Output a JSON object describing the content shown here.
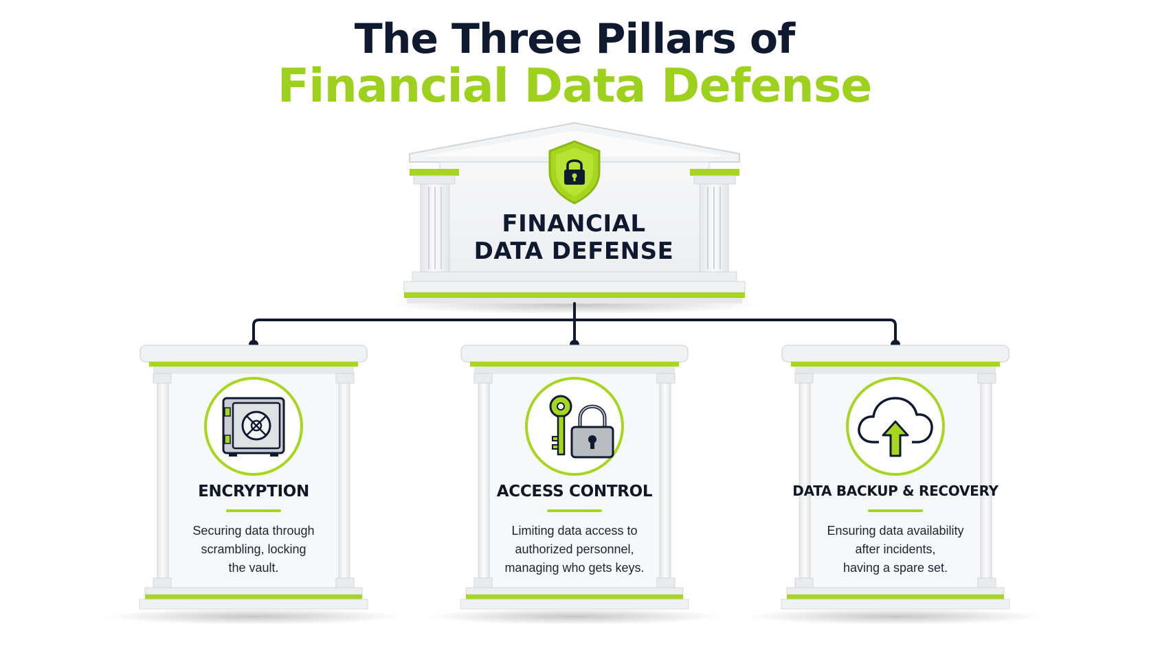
{
  "title": {
    "line1": "The Three Pillars of",
    "line2": "Financial Data Defense"
  },
  "main": {
    "label_line1": "FINANCIAL",
    "label_line2": "DATA DEFENSE",
    "icon": "shield-lock-icon"
  },
  "pillars": [
    {
      "name": "ENCRYPTION",
      "icon": "safe-vault-icon",
      "desc": [
        "Securing data through",
        "scrambling, locking",
        "the vault."
      ]
    },
    {
      "name": "ACCESS CONTROL",
      "icon": "key-padlock-icon",
      "desc": [
        "Limiting data access to",
        "authorized personnel,",
        "managing who gets keys."
      ]
    },
    {
      "name": "DATA BACKUP & RECOVERY",
      "icon": "cloud-upload-icon",
      "desc": [
        "Ensuring data availability",
        "after incidents,",
        "having a spare set."
      ]
    }
  ],
  "colors": {
    "accent": "#a6d61e",
    "title_dark": "#0f1a30",
    "connector": "#0f1a30",
    "pillar_face": "#f3f4f5"
  }
}
